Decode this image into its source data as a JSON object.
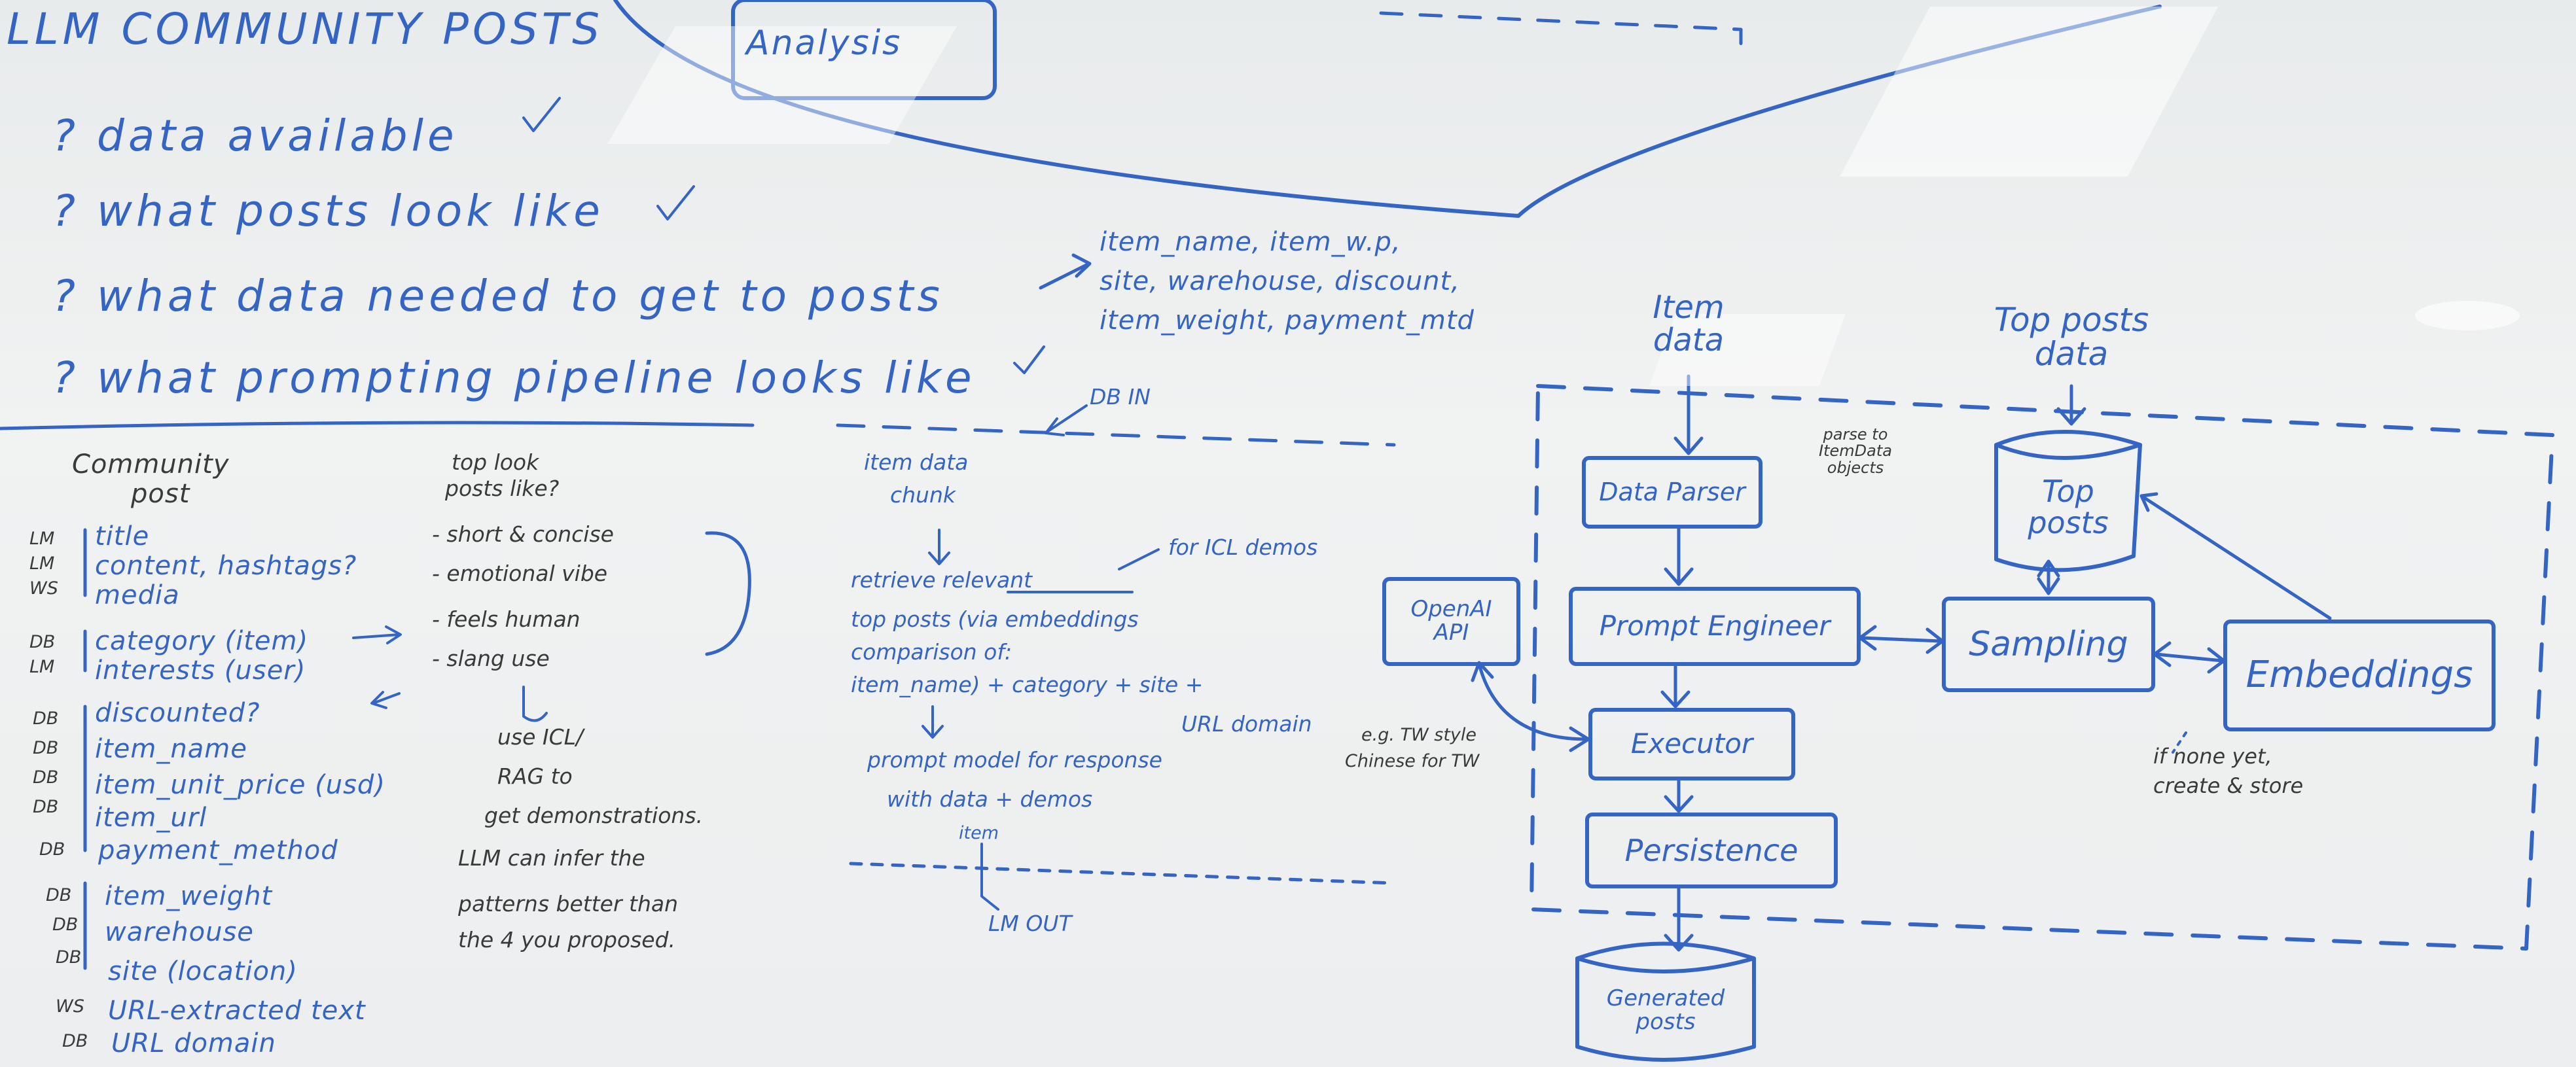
{
  "title": "LLM COMMUNITY POSTS",
  "analysis_box": "Analysis",
  "questions": [
    "? data available",
    "? what posts look like",
    "? what data needed to get to posts",
    "? what prompting pipeline looks like"
  ],
  "data_fields_note": {
    "line1": "item_name, item_w.p,",
    "line2": "site, warehouse, discount,",
    "line3": "item_weight, payment_mtd"
  },
  "post_column": {
    "heading_line1": "Community",
    "heading_line2": "post",
    "groups": [
      {
        "prefixes": [
          "LM",
          "LM",
          "WS"
        ],
        "items": [
          "title",
          "content, hashtags?",
          "media"
        ]
      },
      {
        "prefixes": [
          "DB",
          "LM"
        ],
        "items": [
          "category (item)",
          "interests (user)"
        ]
      },
      {
        "prefixes": [
          "DB",
          "DB",
          "DB",
          "DB",
          "DB"
        ],
        "items": [
          "discounted?",
          "item_name",
          "item_unit_price (usd)",
          "item_url",
          "payment_method"
        ]
      },
      {
        "prefixes": [
          "DB",
          "DB",
          "DB",
          "WS",
          "DB"
        ],
        "items": [
          "item_weight",
          "warehouse",
          "site (location)",
          "URL-extracted text",
          "URL domain"
        ]
      }
    ]
  },
  "look_column": {
    "heading_line1": "top look",
    "heading_line2": "posts like?",
    "items": [
      "- short & concise",
      "- emotional vibe",
      "- feels human",
      "- slang use"
    ],
    "conclusion": [
      "use ICL/",
      "RAG to",
      "get demonstrations.",
      "LLM can infer the",
      "patterns better than",
      "the 4 you proposed."
    ]
  },
  "middle_flow": {
    "db_in": "DB IN",
    "chunk_line1": "item data",
    "chunk_line2": "chunk",
    "icl_note": "for ICL demos",
    "retrieve": [
      "retrieve relevant",
      "top posts (via embeddings",
      "comparison of:",
      "item_name) + category + site +",
      "URL domain"
    ],
    "prompt": [
      "prompt model for response",
      "with data + demos"
    ],
    "item_label": "item",
    "lm_out": "LM OUT",
    "style_note_line1": "e.g. TW style",
    "style_note_line2": "Chinese for TW"
  },
  "pipeline": {
    "item_data": "Item\ndata",
    "top_posts_data": "Top posts\ndata",
    "parse_note": "parse to\nItemData\nobjects",
    "data_parser": "Data Parser",
    "top_posts_store": "Top\nposts",
    "openai_api": "OpenAI\nAPI",
    "prompt_engineer": "Prompt Engineer",
    "sampling": "Sampling",
    "embeddings": "Embeddings",
    "executor": "Executor",
    "persistence": "Persistence",
    "generated_posts": "Generated\nposts",
    "embed_note_line1": "if none yet,",
    "embed_note_line2": "create & store"
  },
  "colors": {
    "marker_blue": "#3464c4",
    "marker_black": "#3a3a3a",
    "board": "#eceeef"
  }
}
